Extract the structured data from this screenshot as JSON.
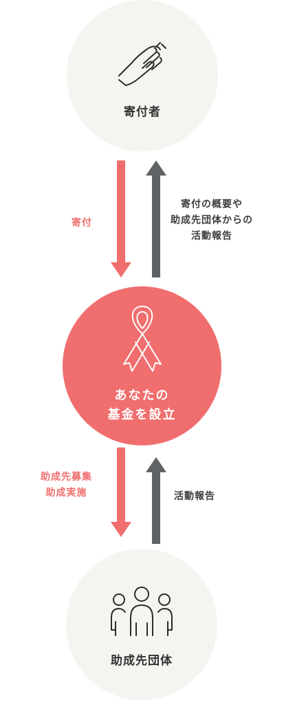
{
  "colors": {
    "accent_red": "#f06e6e",
    "dark_gray": "#5f6366",
    "circle_bg": "#f6f4f0",
    "text": "#333333"
  },
  "nodes": {
    "donor": {
      "label": "寄付者",
      "icon": "hand-icon"
    },
    "fund": {
      "label_line1": "あなたの",
      "label_line2": "基金を設立",
      "icon": "ribbon-icon"
    },
    "organization": {
      "label": "助成先団体",
      "icon": "group-icon"
    }
  },
  "flows": {
    "donation": {
      "label": "寄付"
    },
    "report_to_donor": {
      "lines": [
        "寄付の概要や",
        "助成先団体からの",
        "活動報告"
      ]
    },
    "grant": {
      "lines": [
        "助成先募集",
        "助成実施"
      ]
    },
    "report_to_fund": {
      "label": "活動報告"
    }
  }
}
